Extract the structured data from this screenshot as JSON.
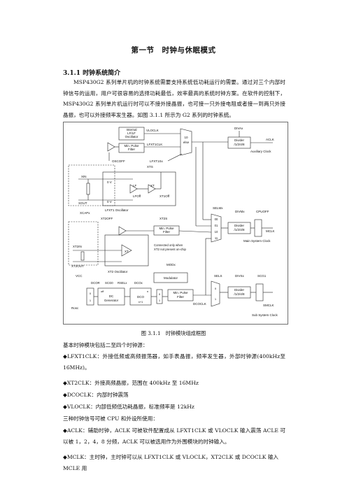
{
  "title": "第一节　时钟与休眠模式",
  "section": "3.1.1 时钟系统简介",
  "intro": "MSP430G2 系列单片机的时钟系统需要支持系统低功耗运行的需要。通过对三个内部时钟信号的运用，用户可很容易的选择功耗最低，效率最高的系统时钟方案。在软件的控制下，MSP430G2 系列单片机运行时可以不接外接晶振，也可接一只外接电阻或者接一到两只外接晶振，也可以外接频率发生器。如图 3.1.1 所示为 G2 系列的时钟系统。",
  "figure": {
    "caption": "图 3.1.1　时钟模块组成框图",
    "labels": {
      "internal_osc": [
        "Internal",
        "LF/LF",
        "Oscillator"
      ],
      "vloclk": "VLOCLK",
      "min_pulse_filter": [
        "Min. Pulse",
        "Filter"
      ],
      "lfxt1clk": "LFXT1CLK",
      "mux10": "10",
      "else": "else",
      "diva": "DIVAx",
      "divider": [
        "Divider",
        "/1/2/4/8"
      ],
      "aclk": "ACLK",
      "aux_clock": "Auxiliary Clock",
      "oscoff": "OSCOFF",
      "lfxt1s": "LFXT1Sx",
      "xts": "XTS",
      "xin": "XIN",
      "xout": "XOUT",
      "zero_v": "0 V",
      "lf": "LF",
      "lfoff": "LFOff",
      "xt": "XT",
      "xt1off": "XT1Off",
      "lfxt1_osc": "LFXT1 Oscillator",
      "xcap": "XCAPx",
      "selm": "SELMx",
      "divm": "DIVMx",
      "cpuoff": "CPUOFF",
      "mux_m": [
        "00",
        "01",
        "10",
        "11"
      ],
      "mclk": "MCLK",
      "main_clock": "Main System Clock",
      "xt2off": "XT2OFF",
      "xt2s": "XT2S",
      "xt2in": "XT2IN",
      "xt2out": "XT2OUT",
      "xt2_osc": "XT2 Oscillator",
      "connected": [
        "Connected only when",
        "XT2 not present on-chip"
      ],
      "vcc": "VCC",
      "dcor": "DCOR",
      "scg0": "SCG0",
      "rsel": "RSELx",
      "dco": "DCOx",
      "modulator": "Modulator",
      "mod": "MODx",
      "dc_gen": [
        "DC",
        "Generator"
      ],
      "dco_block": "DCO",
      "n_plus_1": "n+1",
      "dcoclk": "DCOCLK",
      "sels": "SELS",
      "divs": "DIVSx",
      "scg1": "SCG1",
      "smclk": "SMCLK",
      "sub_clock": "Sub System Clock",
      "rosc": "Rosc",
      "off": "off",
      "n": "n",
      "bit0": "0",
      "bit1": "1"
    }
  },
  "body_lines": [
    "基本时钟模块包括二至四个时钟源：",
    "◆LFXT1CLK：外接低频或高频振荡器，如手表晶振，频率发生器，外部时钟源(400kHz至 16MHz)。",
    "◆XT2CLK：外接高频晶振，范围在 400kHz 至 16MHz",
    "◆DCOCLK：内部时钟震荡",
    "◆VLOCLK：内部低频低功耗晶振，标准频率是 12kHz",
    "三种时钟信号可被 CPU 和外设所使用：",
    "◆ACLK：辅助时钟，ACLK 可被软件配置成从 LFXT1CLK 或 VLOCLK 输入震荡 ACLE 可以被 1，2，4，8 分频，ACLK 可以被选用作为外围模块的时钟输入。",
    "◆MCLK：主时钟，主时钟可以从 LFXT1CLK 或 VLOCLK，XT2CLK 或 DCOCLK 输入 MCLE 用"
  ]
}
